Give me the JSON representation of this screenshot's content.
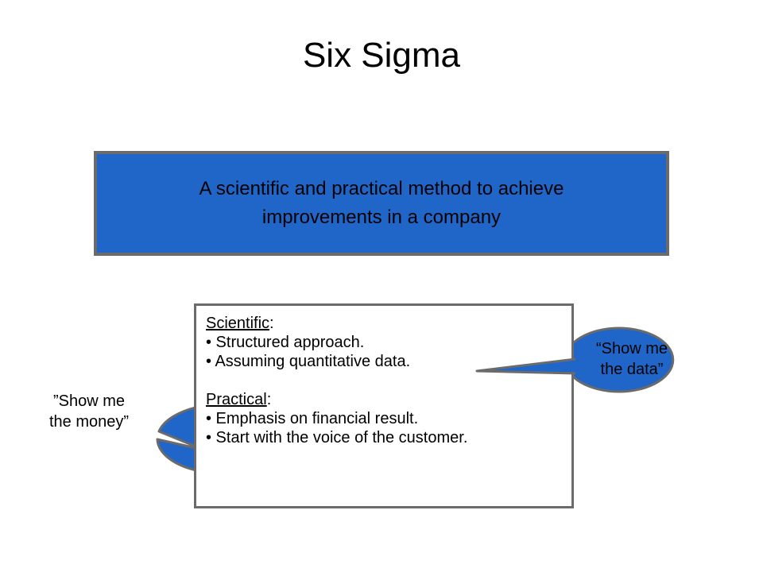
{
  "title": "Six Sigma",
  "definition": {
    "line1": "A scientific and practical method to achieve",
    "line2": "improvements in a company"
  },
  "details": {
    "scientific_heading": "Scientific",
    "scientific_colon": ":",
    "scientific_items": [
      "• Structured approach.",
      "• Assuming quantitative data."
    ],
    "practical_heading": "Practical",
    "practical_colon": ":",
    "practical_items": [
      "• Emphasis on financial result.",
      "• Start with the voice of the customer."
    ]
  },
  "callouts": {
    "data": {
      "line1": "“Show me",
      "line2": "the data”"
    },
    "money": {
      "line1": "”Show me",
      "line2": "the money”"
    }
  },
  "colors": {
    "definition_fill": "#1f66c8",
    "callout_fill": "#1f66c8",
    "border": "#6b6b6b"
  }
}
